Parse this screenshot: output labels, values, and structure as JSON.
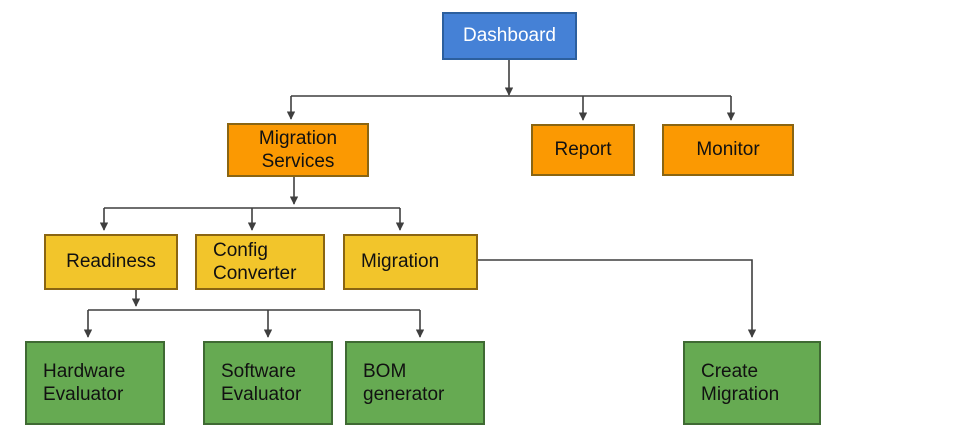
{
  "diagram": {
    "title": "Dashboard service architecture flowchart",
    "type": "flowchart",
    "colors": {
      "root_fill": "#4581d6",
      "root_border": "#2c5f9e",
      "service_fill": "#fb9902",
      "service_border": "#8a6512",
      "module_fill": "#f2c52b",
      "module_border": "#8a6512",
      "leaf_fill": "#66aa52",
      "leaf_border": "#3f6a33",
      "connector": "#3f3f3f",
      "background": "#ffffff"
    },
    "nodes": {
      "dashboard": {
        "label": "Dashboard",
        "level": "root"
      },
      "migration_services": {
        "label": "Migration\nServices",
        "level": "service"
      },
      "report": {
        "label": "Report",
        "level": "service"
      },
      "monitor": {
        "label": "Monitor",
        "level": "service"
      },
      "readiness": {
        "label": "Readiness",
        "level": "module"
      },
      "config_converter": {
        "label": "Config\nConverter",
        "level": "module"
      },
      "migration": {
        "label": "Migration",
        "level": "module"
      },
      "hardware_evaluator": {
        "label": "Hardware\nEvaluator",
        "level": "leaf"
      },
      "software_evaluator": {
        "label": "Software\nEvaluator",
        "level": "leaf"
      },
      "bom_generator": {
        "label": "BOM\ngenerator",
        "level": "leaf"
      },
      "create_migration": {
        "label": "Create\nMigration",
        "level": "leaf"
      }
    },
    "edges": [
      {
        "from": "dashboard",
        "to": "migration_services"
      },
      {
        "from": "dashboard",
        "to": "report"
      },
      {
        "from": "dashboard",
        "to": "monitor"
      },
      {
        "from": "migration_services",
        "to": "readiness"
      },
      {
        "from": "migration_services",
        "to": "config_converter"
      },
      {
        "from": "migration_services",
        "to": "migration"
      },
      {
        "from": "readiness",
        "to": "hardware_evaluator"
      },
      {
        "from": "readiness",
        "to": "software_evaluator"
      },
      {
        "from": "readiness",
        "to": "bom_generator"
      },
      {
        "from": "migration",
        "to": "create_migration"
      }
    ]
  }
}
